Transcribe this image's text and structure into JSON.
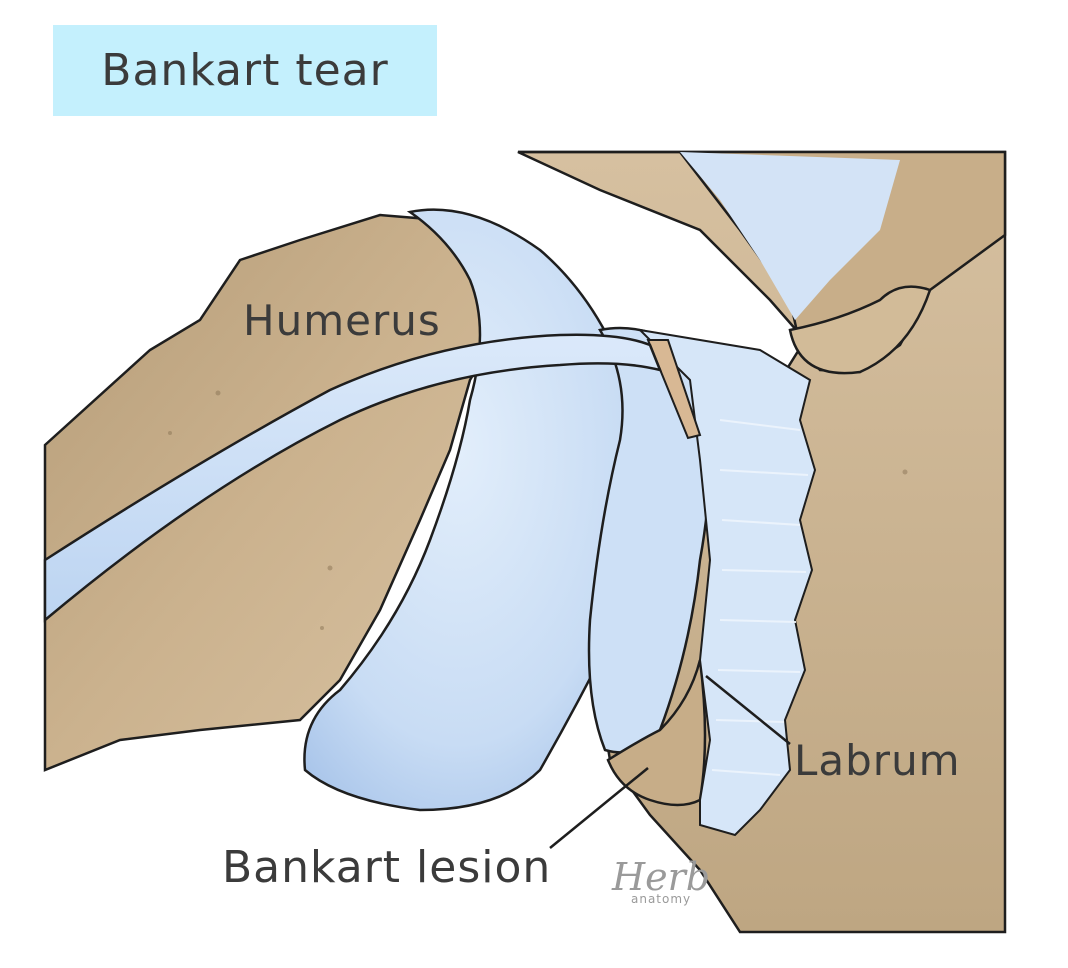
{
  "title": "Bankart tear",
  "labels": {
    "humerus": "Humerus",
    "labrum": "Labrum",
    "bankart_lesion": "Bankart lesion"
  },
  "signature": {
    "name": "Herb",
    "subtitle": "anatomy"
  },
  "colors": {
    "title_background": "#c4f0fd",
    "bone": "#c9b08c",
    "cartilage": "#cfe2f7",
    "outline": "#1e1e1e",
    "text": "#3b3b3b"
  }
}
